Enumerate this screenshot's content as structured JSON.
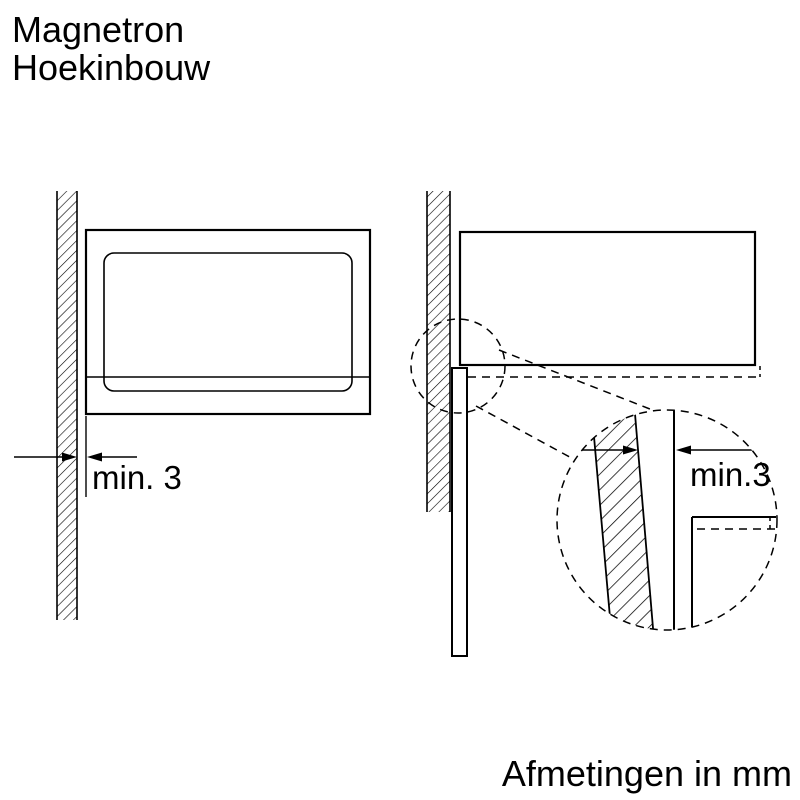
{
  "colors": {
    "line": "#000000",
    "background": "#ffffff"
  },
  "title": {
    "line1": "Magnetron",
    "line2": "Hoekinbouw"
  },
  "labels": {
    "left_gap": "min. 3",
    "detail_gap": "min.3"
  },
  "footer": {
    "caption": "Afmetingen in mm"
  }
}
